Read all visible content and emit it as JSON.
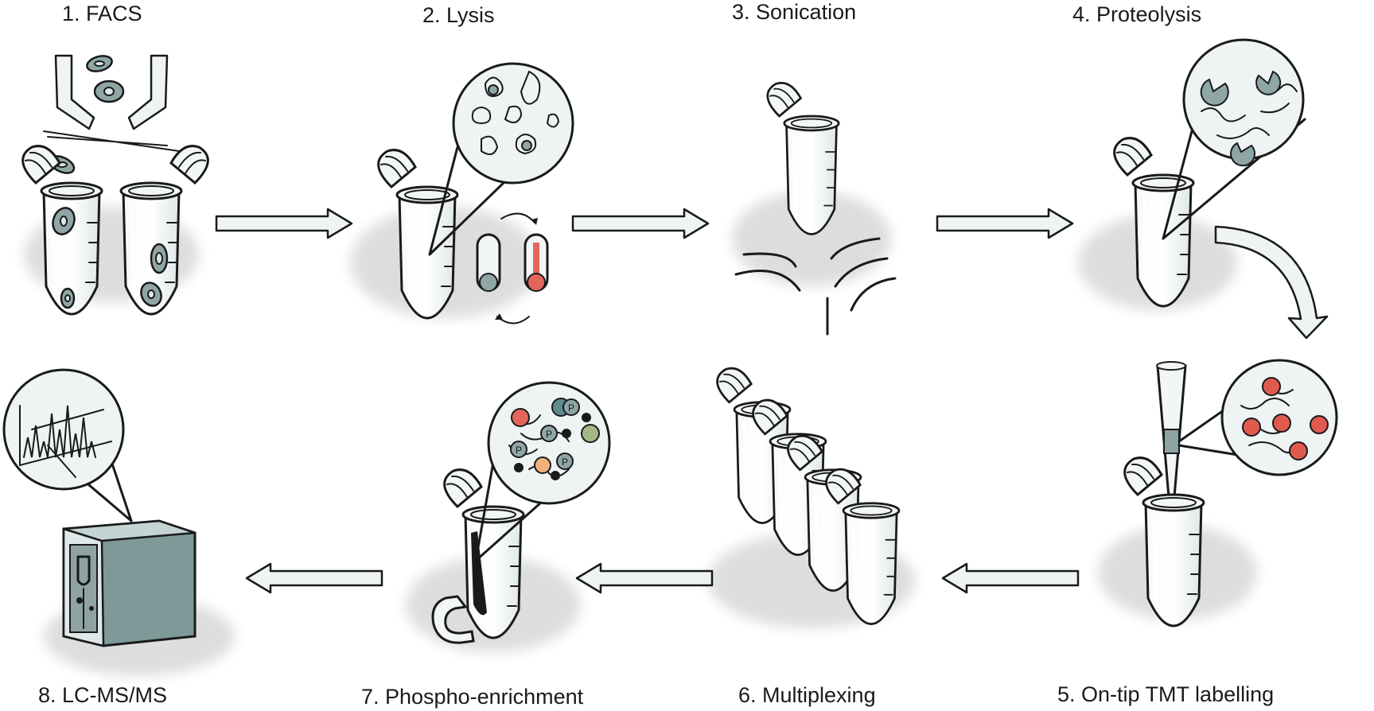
{
  "steps": [
    {
      "label": "1. FACS"
    },
    {
      "label": "2. Lysis"
    },
    {
      "label": "3. Sonication"
    },
    {
      "label": "4. Proteolysis"
    },
    {
      "label": "5. On-tip TMT labelling"
    },
    {
      "label": "6. Multiplexing"
    },
    {
      "label": "7. Phospho-enrichment"
    },
    {
      "label": "8. LC-MS/MS"
    }
  ],
  "phospho_marker": "P",
  "colors": {
    "liquid_grey": "#8fa3a3",
    "teal": "#5f8a8e",
    "green": "#a3b886",
    "orange": "#f0b27a",
    "red": "#e2675a",
    "tag_red": "#e05a4f",
    "glass": "#eef3f3"
  }
}
